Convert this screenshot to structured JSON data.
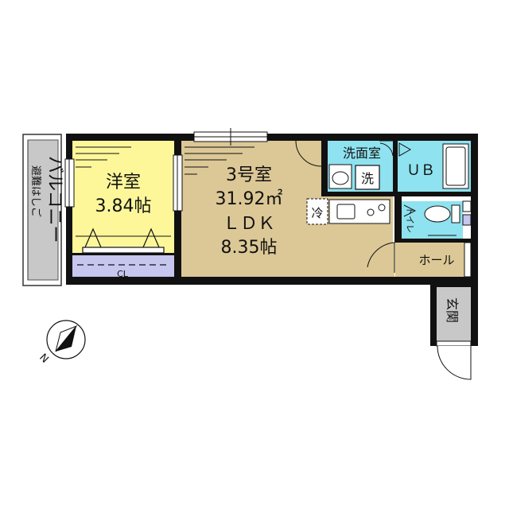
{
  "plan": {
    "unit_label": "3号室",
    "unit_area": "31.92㎡",
    "balcony": {
      "label": "バルコニー",
      "note": "避難はしご"
    },
    "western_room": {
      "label": "洋室",
      "size": "3.84帖"
    },
    "closet": {
      "label": "CL"
    },
    "ldk": {
      "label": "ＬＤＫ",
      "size": "8.35帖"
    },
    "washroom": {
      "label": "洗面室"
    },
    "washer": {
      "label": "洗"
    },
    "bath": {
      "label": "ＵＢ"
    },
    "fridge": {
      "label": "冷"
    },
    "toilet": {
      "label": "トイレ"
    },
    "hall": {
      "label": "ホール"
    },
    "entrance": {
      "label": "玄関"
    },
    "compass": {
      "label": "N"
    }
  },
  "colors": {
    "wall": "#111111",
    "western_room": "#fdf79a",
    "ldk": "#dcc896",
    "wet_area": "#8fe2ef",
    "closet": "#c6c6ef",
    "balcony": "#c8c8c8",
    "hall": "#dcc896",
    "entrance": "#c8c8c8",
    "floor_white": "#ffffff"
  }
}
